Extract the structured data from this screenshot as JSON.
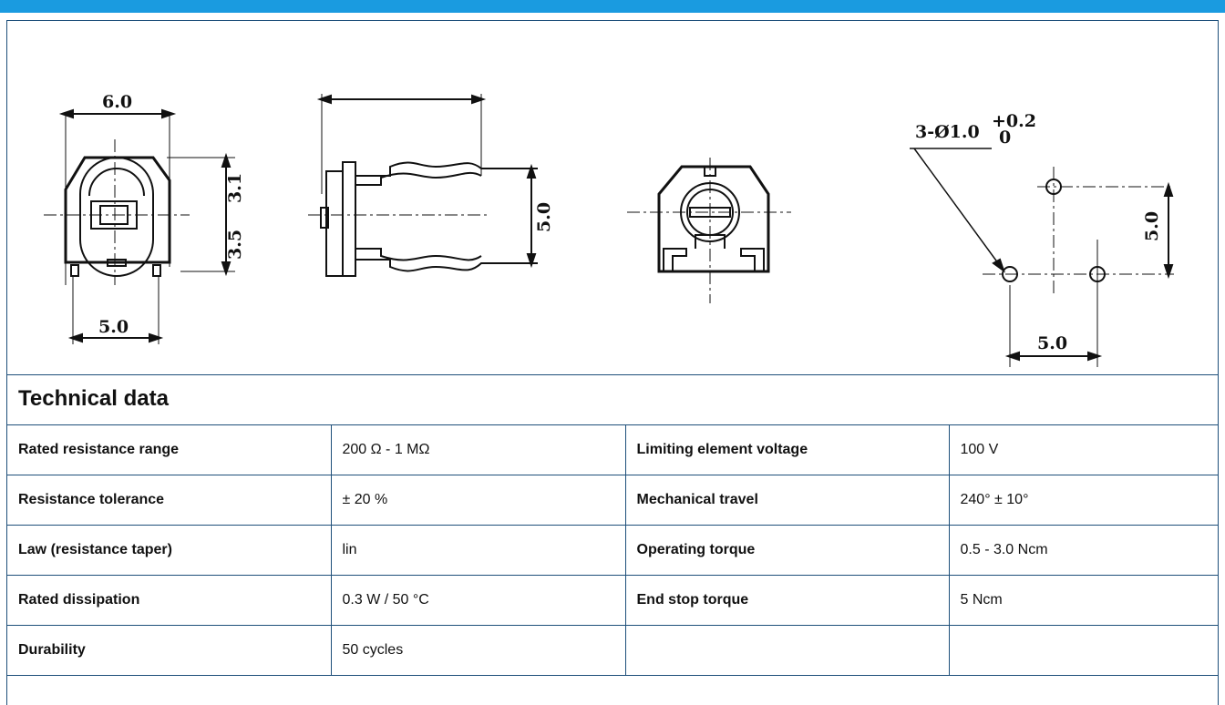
{
  "drawing": {
    "dim_front_width": "6.0",
    "dim_upper": "3.1",
    "dim_lower": "3.5",
    "dim_pin_spacing": "5.0",
    "dim_side_height": "5.0",
    "dim_hole_spec": "3-Ø1.0",
    "dim_hole_tol_upper": "+0.2",
    "dim_hole_tol_lower": "0",
    "dim_footprint_vertical": "5.0",
    "dim_footprint_horizontal": "5.0"
  },
  "section_title": "Technical data",
  "specs": [
    {
      "label1": "Rated resistance range",
      "value1": "200 Ω - 1 MΩ",
      "label2": "Limiting element voltage",
      "value2": "100 V"
    },
    {
      "label1": "Resistance tolerance",
      "value1": "± 20 %",
      "label2": "Mechanical travel",
      "value2": "240° ± 10°"
    },
    {
      "label1": "Law (resistance taper)",
      "value1": "lin",
      "label2": "Operating torque",
      "value2": "0.5 - 3.0 Ncm"
    },
    {
      "label1": "Rated dissipation",
      "value1": "0.3 W / 50 °C",
      "label2": "End stop torque",
      "value2": "5 Ncm"
    },
    {
      "label1": "Durability",
      "value1": "50 cycles",
      "label2": "",
      "value2": ""
    }
  ],
  "colors": {
    "accent_bar": "#1a9be0",
    "border": "#1e4f7a"
  }
}
